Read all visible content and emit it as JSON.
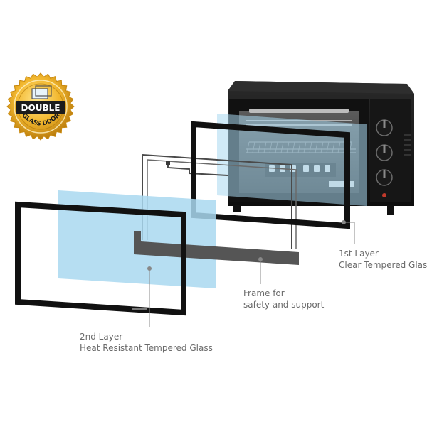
{
  "badge": {
    "line1": "DOUBLE",
    "line2": "GLASS DOOR",
    "colors": {
      "gold_light": "#f7c948",
      "gold_dark": "#c98a10",
      "ring": "#e3a722"
    }
  },
  "callouts": {
    "first_layer": {
      "line1": "1st Layer",
      "line2": "Clear Tempered Glass"
    },
    "frame": {
      "line1": "Frame for",
      "line2": "safety and support"
    },
    "second_layer": {
      "line1": "2nd Layer",
      "line2": "Heat Resistant Tempered Glass"
    }
  },
  "colors": {
    "oven_body": "#151515",
    "glass_blue": "#a9d8f0",
    "frame_grey": "#555555",
    "label_text": "#6a6a6a",
    "leader_line": "#888888"
  }
}
